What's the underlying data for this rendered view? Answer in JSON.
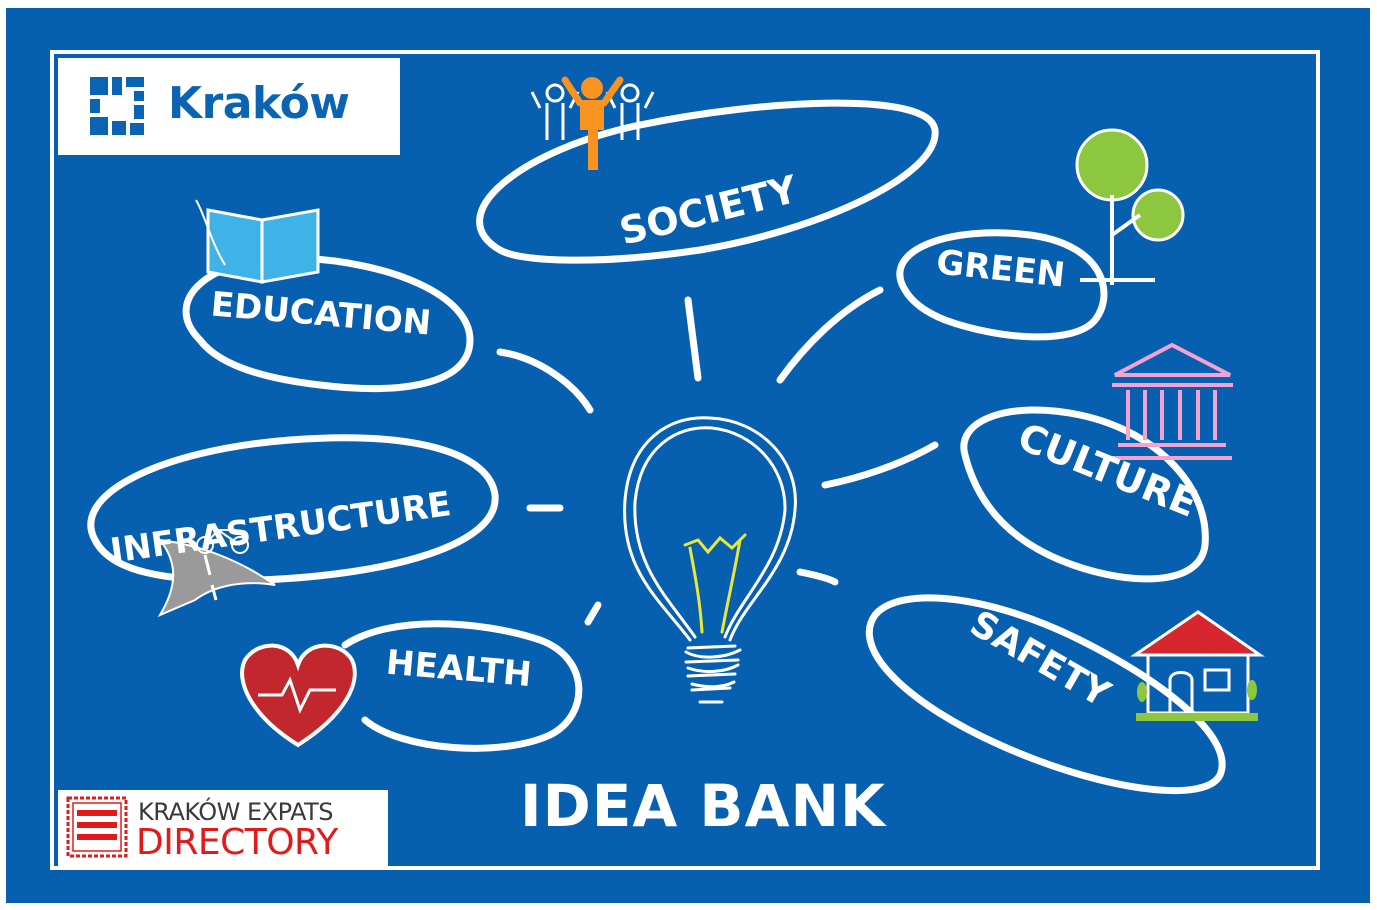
{
  "brand": {
    "city_name": "Kraków",
    "directory_line1": "KRAKÓW EXPATS",
    "directory_line2": "DIRECTORY",
    "stamp_text": "KRAKÓW EXPATS DIRECTORY"
  },
  "title": "IDEA BANK",
  "topics": [
    {
      "key": "society",
      "label": "SOCIETY",
      "icon": "people-icon"
    },
    {
      "key": "education",
      "label": "EDUCATION",
      "icon": "book-icon"
    },
    {
      "key": "green",
      "label": "GREEN",
      "icon": "tree-icon"
    },
    {
      "key": "culture",
      "label": "CULTURE",
      "icon": "museum-icon"
    },
    {
      "key": "infrastructure",
      "label": "INFRASTRUCTURE",
      "icon": "road-bicycle-icon"
    },
    {
      "key": "health",
      "label": "HEALTH",
      "icon": "heart-icon"
    },
    {
      "key": "safety",
      "label": "SAFETY",
      "icon": "house-icon"
    }
  ],
  "colors": {
    "background": "#075fb0",
    "accent_orange": "#f7931e",
    "book_blue": "#3fb3e8",
    "tree_green": "#8dc63f",
    "museum_pink": "#f4a3d0",
    "heart_red": "#c1272d",
    "house_red": "#d7262e",
    "bulb_yellow": "#e8e83a",
    "directory_red": "#e21a1a",
    "logo_blue": "#0b63b3"
  }
}
